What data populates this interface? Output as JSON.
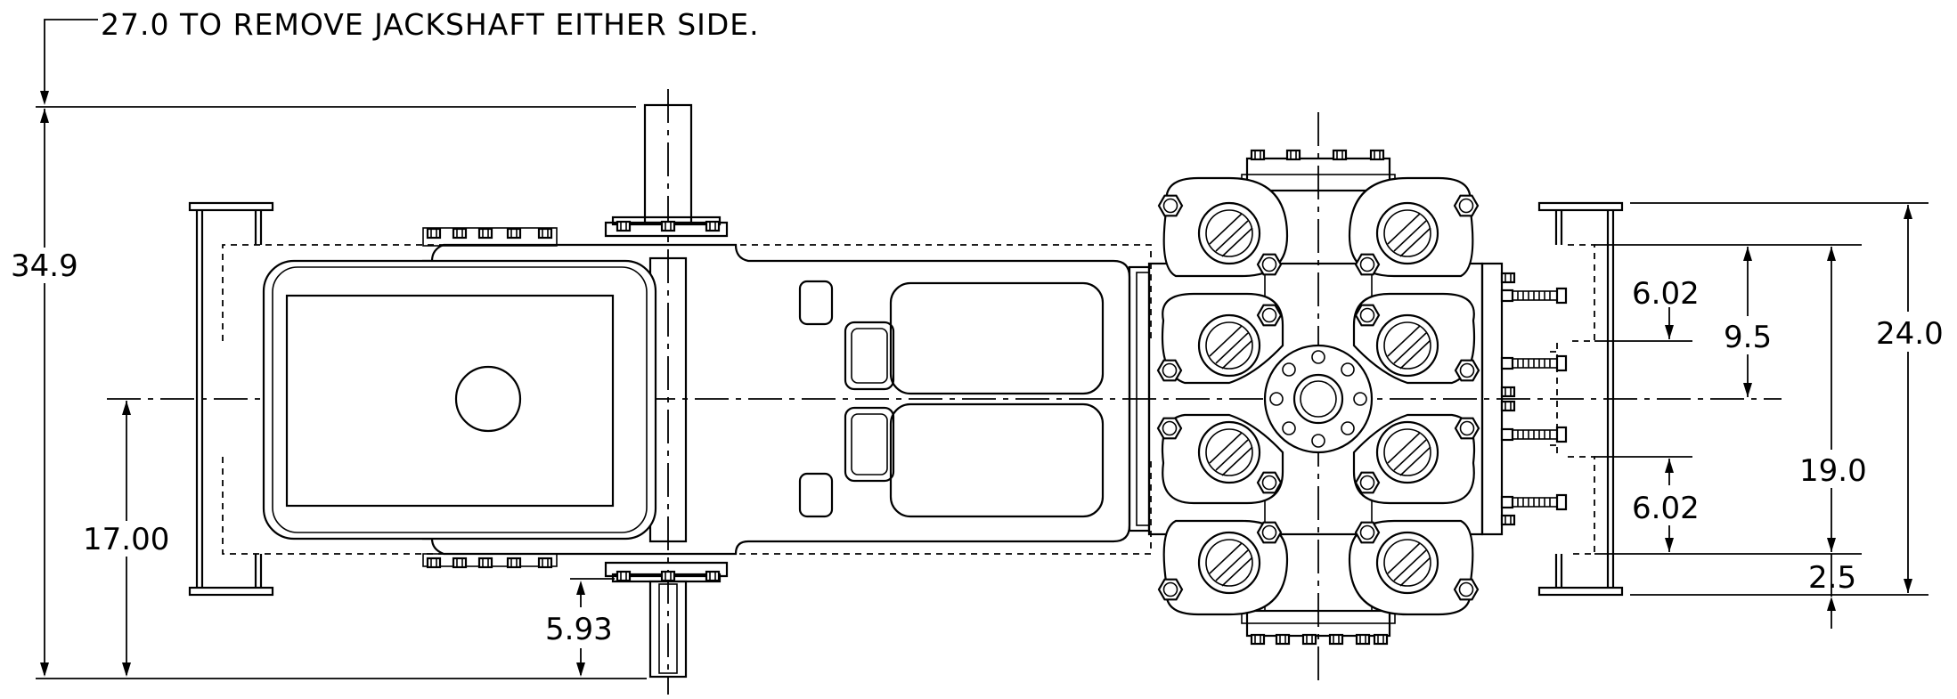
{
  "note": "27.0 TO REMOVE JACKSHAFT EITHER SIDE.",
  "dimensions": {
    "overall_length": "34.9",
    "centerline_height": "17.00",
    "shaft_extension": "5.93",
    "bolt_spacing_top": "6.02",
    "bolt_spacing_bottom": "6.02",
    "inner_width": "9.5",
    "mounting_width": "19.0",
    "overall_width": "24.0",
    "edge_offset": "2.5"
  }
}
